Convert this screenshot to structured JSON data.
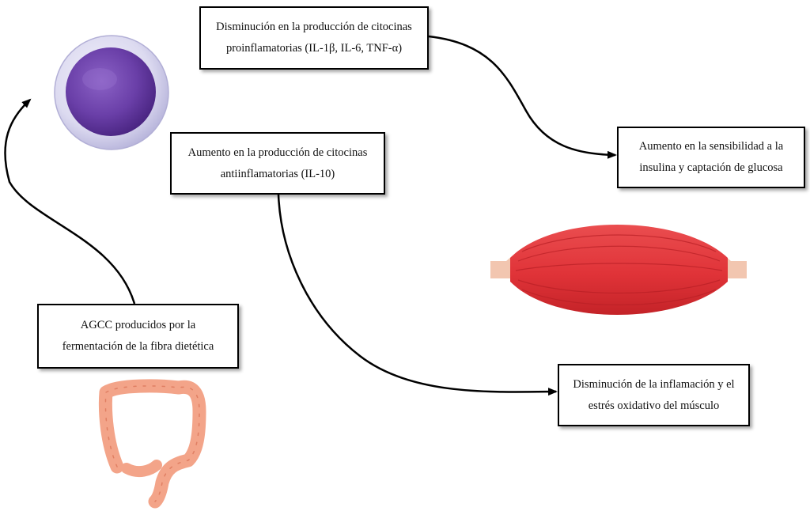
{
  "boxes": {
    "proinflammatory": {
      "line1": "Disminución en la producción de citocinas",
      "line2": "proinflamatorias (IL-1β, IL-6, TNF-α)"
    },
    "antiinflammatory": {
      "line1": "Aumento en la producción de citocinas",
      "line2": "antiinflamatorias (IL-10)"
    },
    "insulin": {
      "line1": "Aumento en la sensibilidad a la",
      "line2": "insulina y captación de glucosa"
    },
    "agcc": {
      "line1": "AGCC producidos por la",
      "line2": "fermentación de la fibra dietética"
    },
    "inflammation": {
      "line1": "Disminución de la inflamación y el",
      "line2": "estrés oxidativo del músculo"
    }
  },
  "colors": {
    "cell_nucleus": "#6a3fa8",
    "cell_membrane": "#d9d6ef",
    "muscle": "#e03338",
    "tendon": "#f2c6b0",
    "colon": "#f3a489",
    "arrow": "#000000"
  },
  "icons": [
    "immune-cell-icon",
    "muscle-icon",
    "colon-icon"
  ]
}
